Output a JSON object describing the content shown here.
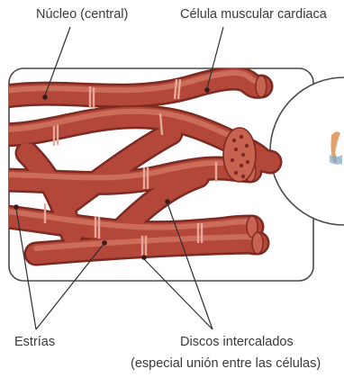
{
  "labels": {
    "nucleus": "Núcleo (central)",
    "cell": "Célula muscular cardiaca",
    "striations": "Estrías",
    "discs": "Discos intercalados",
    "discs_note": "(especial unión entre las células)"
  },
  "colors": {
    "fiber": "#b3473a",
    "fiber_dark": "#7d2a22",
    "fiber_light": "#d57a66",
    "disc": "#e7a898",
    "frame": "#4a4a4a",
    "line": "#2f2f2f"
  }
}
